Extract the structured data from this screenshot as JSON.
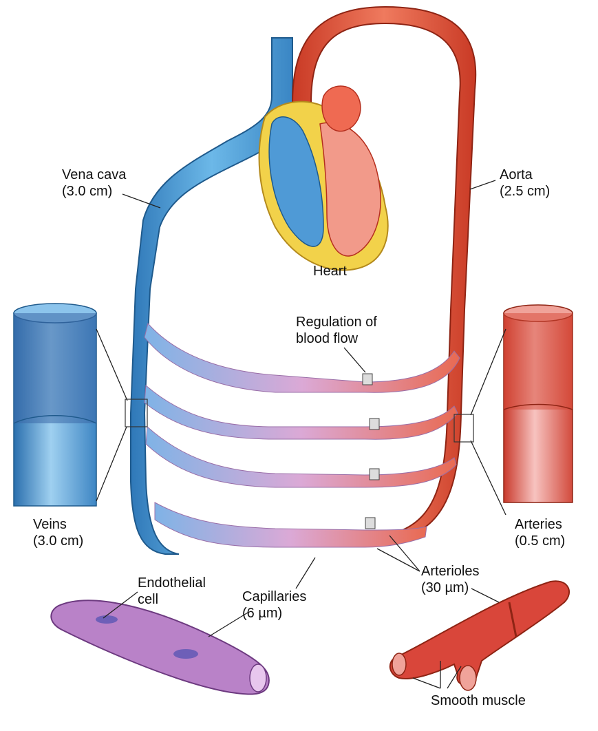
{
  "labels": {
    "vena_cava": {
      "name": "Vena cava",
      "size": "(3.0 cm)"
    },
    "aorta": {
      "name": "Aorta",
      "size": "(2.5 cm)"
    },
    "heart": "Heart",
    "regulation": {
      "line1": "Regulation of",
      "line2": "blood flow"
    },
    "veins": {
      "name": "Veins",
      "size": "(3.0 cm)"
    },
    "arteries": {
      "name": "Arteries",
      "size": "(0.5 cm)"
    },
    "arterioles": {
      "name": "Arterioles",
      "size": "(30 µm)"
    },
    "capillaries": {
      "name": "Capillaries",
      "size": "(6 µm)"
    },
    "endothelial": {
      "line1": "Endothelial",
      "line2": "cell"
    },
    "smooth_muscle": "Smooth muscle"
  },
  "colors": {
    "vein_blue": "#5aa8dc",
    "vein_dark": "#2f6fa8",
    "artery_red": "#e4533a",
    "artery_dark": "#b52f1e",
    "capillary_pink": "#d9a6cf",
    "heart_yellow": "#f2d24a",
    "endothelium_purple": "#a46ab5"
  }
}
